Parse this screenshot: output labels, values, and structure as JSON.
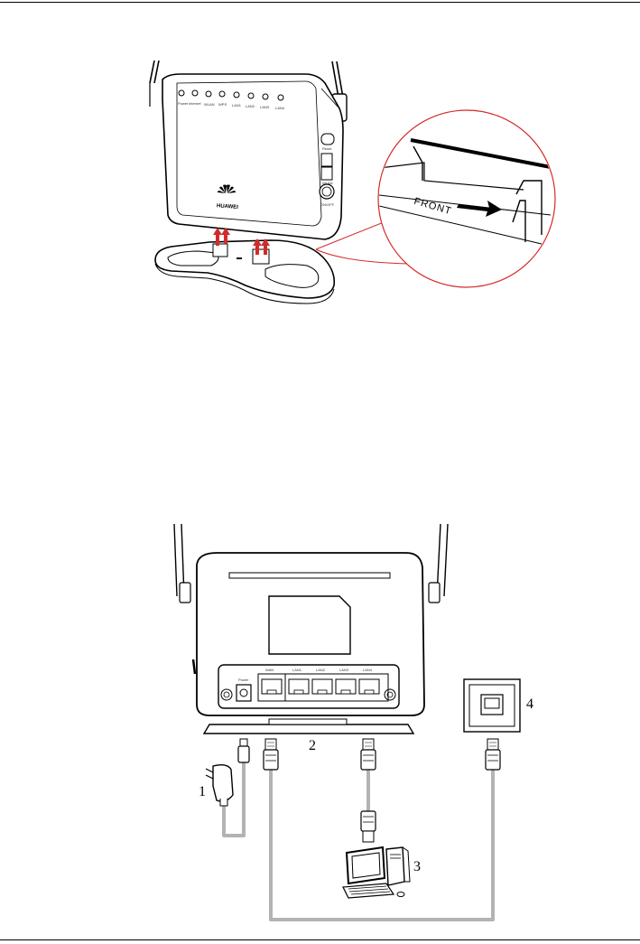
{
  "figure_top": {
    "led_labels": [
      "Power",
      "Internet",
      "WLAN",
      "WPS",
      "LAN1",
      "LAN2",
      "LAN3",
      "LAN4"
    ],
    "side_labels": [
      "Reset",
      "WPS",
      "WLAN",
      "ON/OFF"
    ],
    "brand": "HUAWEI",
    "callout_text": "FRONT"
  },
  "figure_bottom": {
    "port_labels": [
      "Power",
      "WAN",
      "LAN1",
      "LAN2",
      "LAN3",
      "LAN4"
    ],
    "callouts": [
      "1",
      "2",
      "3",
      "4"
    ]
  },
  "colors": {
    "accent": "#d42a2a",
    "cable": "#b3b3b3"
  }
}
